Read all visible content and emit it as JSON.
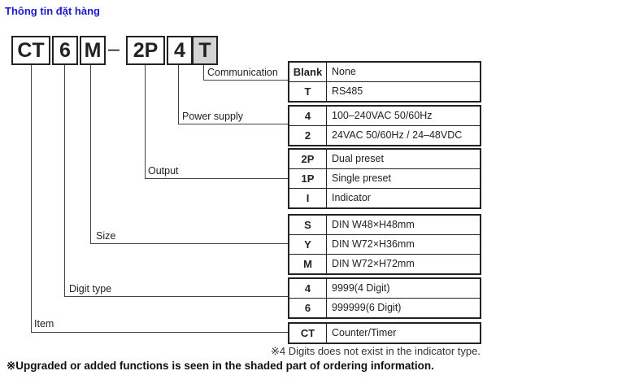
{
  "title": "Thông tin đặt hàng",
  "code": {
    "item": "CT",
    "digit": "6",
    "size": "M",
    "dash": "–",
    "output": "2P",
    "power": "4",
    "comm": "T"
  },
  "labels": {
    "communication": "Communication",
    "power_supply": "Power supply",
    "output": "Output",
    "size": "Size",
    "digit_type": "Digit type",
    "item": "Item"
  },
  "tables": {
    "communication": [
      {
        "key": "Blank",
        "value": "None"
      },
      {
        "key": "T",
        "value": "RS485"
      }
    ],
    "power_supply": [
      {
        "key": "4",
        "value": "100–240VAC 50/60Hz"
      },
      {
        "key": "2",
        "value": "24VAC 50/60Hz / 24–48VDC"
      }
    ],
    "output": [
      {
        "key": "2P",
        "value": "Dual preset"
      },
      {
        "key": "1P",
        "value": "Single preset"
      },
      {
        "key": "I",
        "value": "Indicator"
      }
    ],
    "size": [
      {
        "key": "S",
        "value": "DIN W48×H48mm"
      },
      {
        "key": "Y",
        "value": "DIN W72×H36mm"
      },
      {
        "key": "M",
        "value": "DIN W72×H72mm"
      }
    ],
    "digit_type": [
      {
        "key": "4",
        "value": "9999(4 Digit)"
      },
      {
        "key": "6",
        "value": "999999(6 Digit)"
      }
    ],
    "item": [
      {
        "key": "CT",
        "value": "Counter/Timer"
      }
    ]
  },
  "notes": {
    "digits": "※4 Digits does not exist in the indicator type.",
    "shaded": "※Upgraded or added functions is seen in the shaded part of ordering information."
  }
}
